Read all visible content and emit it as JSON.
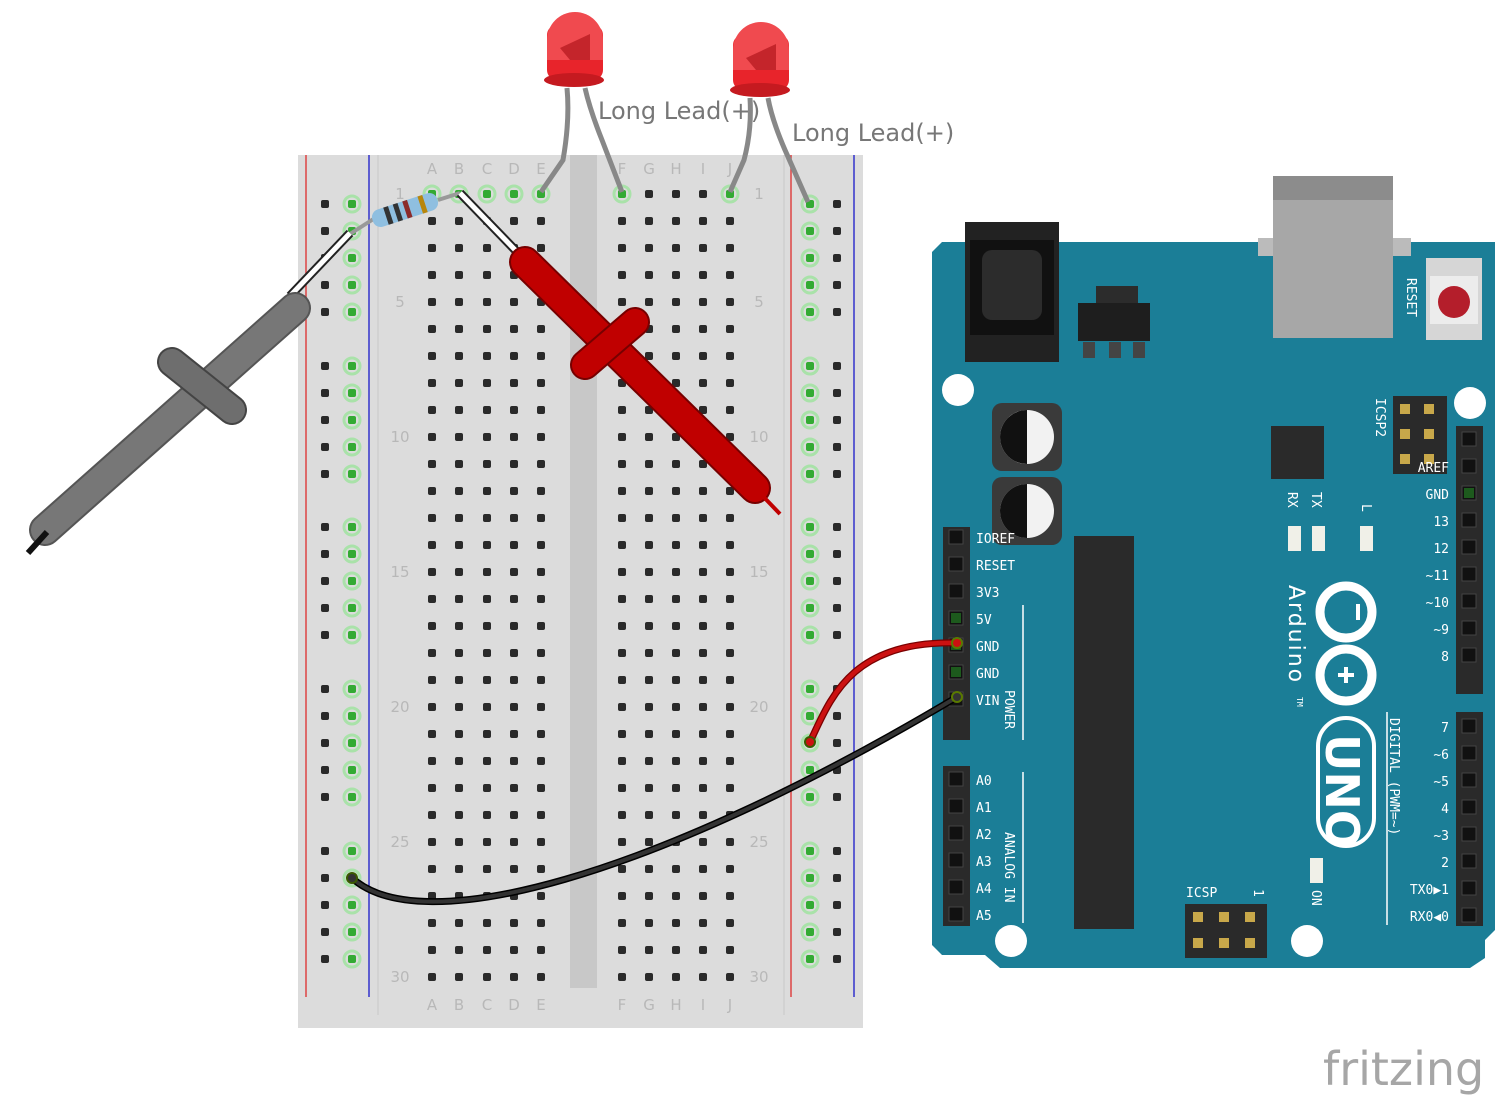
{
  "breadboard": {
    "left_columns": [
      "A",
      "B",
      "C",
      "D",
      "E"
    ],
    "right_columns": [
      "F",
      "G",
      "H",
      "I",
      "J"
    ],
    "row_numbers": [
      "1",
      "5",
      "10",
      "15",
      "20",
      "25",
      "30"
    ],
    "rows": 30
  },
  "leds": {
    "led1_label": "Long Lead(+)",
    "led2_label": "Long Lead(+)",
    "color": "#e8242b"
  },
  "arduino": {
    "brand": "Arduino",
    "model": "UNO",
    "trademark": "TM",
    "reset_label": "RESET",
    "icsp2_label": "ICSP2",
    "icsp_label": "ICSP",
    "icsp_pin1": "1",
    "tx_label": "TX",
    "rx_label": "RX",
    "l_label": "L",
    "on_label": "ON",
    "power_label": "POWER",
    "analog_label": "ANALOG IN",
    "digital_label": "DIGITAL (PWM=~)",
    "power_pins": [
      "IOREF",
      "RESET",
      "3V3",
      "5V",
      "GND",
      "GND",
      "VIN"
    ],
    "analog_pins": [
      "A0",
      "A1",
      "A2",
      "A3",
      "A4",
      "A5"
    ],
    "digital_top": [
      "AREF",
      "GND",
      "13",
      "12",
      "~11",
      "~10",
      "~9",
      "8"
    ],
    "digital_bottom": [
      "7",
      "~6",
      "~5",
      "4",
      "~3",
      "2",
      "TX0▶1",
      "RX0◀0"
    ],
    "board_color": "#1b7e97"
  },
  "wires": {
    "five_volt_color": "#cc1111",
    "ground_color": "#222222"
  },
  "watermark": "fritzing"
}
